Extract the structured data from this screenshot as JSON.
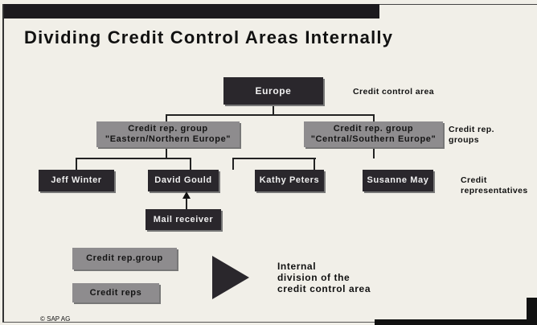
{
  "title": "Dividing Credit Control Areas Internally",
  "root": {
    "label": "Europe",
    "level_label": "Credit control area"
  },
  "groups": [
    {
      "line1": "Credit rep. group",
      "line2": "\"Eastern/Northern Europe\""
    },
    {
      "line1": "Credit rep. group",
      "line2": "\"Central/Southern Europe\""
    }
  ],
  "groups_level_label": [
    "Credit rep.",
    "groups"
  ],
  "reps": [
    "Jeff Winter",
    "David Gould",
    "Kathy Peters",
    "Susanne May"
  ],
  "reps_level_label": [
    "Credit",
    "representatives"
  ],
  "mail_receiver": "Mail receiver",
  "legend": {
    "group": "Credit rep.group",
    "reps": "Credit reps"
  },
  "note": [
    "Internal",
    "division of the",
    "credit control area"
  ],
  "copyright": "©  SAP AG",
  "colors": {
    "dark_box": "#2a272c",
    "gray_box": "#8e8c8e",
    "background": "#f1efe8"
  }
}
